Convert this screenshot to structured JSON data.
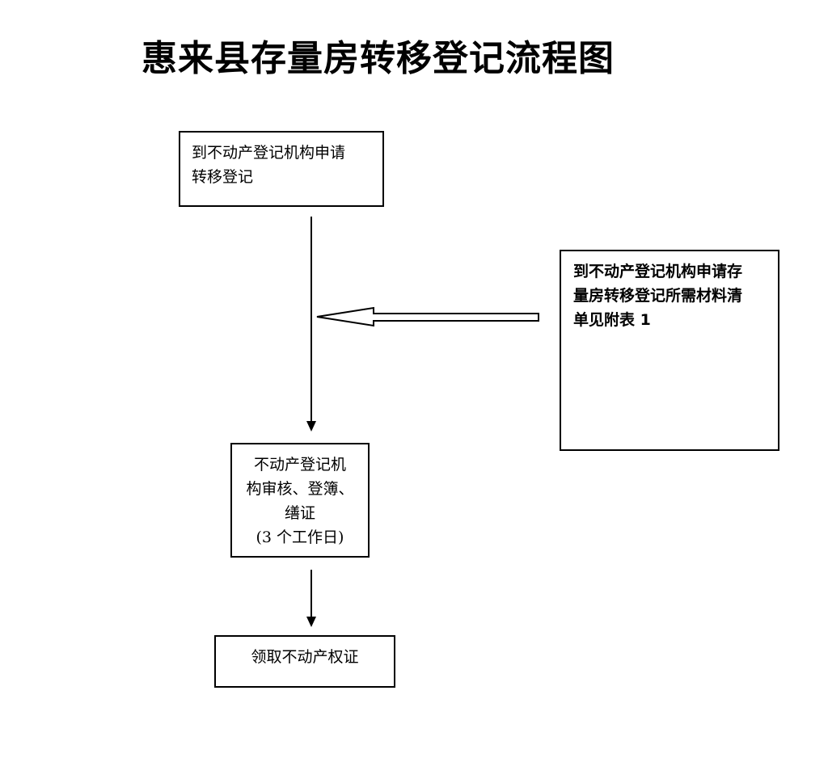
{
  "title": "惠来县存量房转移登记流程图",
  "steps": [
    {
      "lines": [
        "到不动产登记机构申请",
        "转移登记"
      ]
    },
    {
      "lines": [
        "不动产登记机",
        "构审核、登簿、",
        "缮证",
        "(3 个工作日)"
      ]
    },
    {
      "lines": [
        "领取不动产权证"
      ]
    }
  ],
  "note": {
    "lines": [
      "到不动产登记机构申请存",
      "量房转移登记所需材料清",
      "单见附表 1"
    ]
  }
}
